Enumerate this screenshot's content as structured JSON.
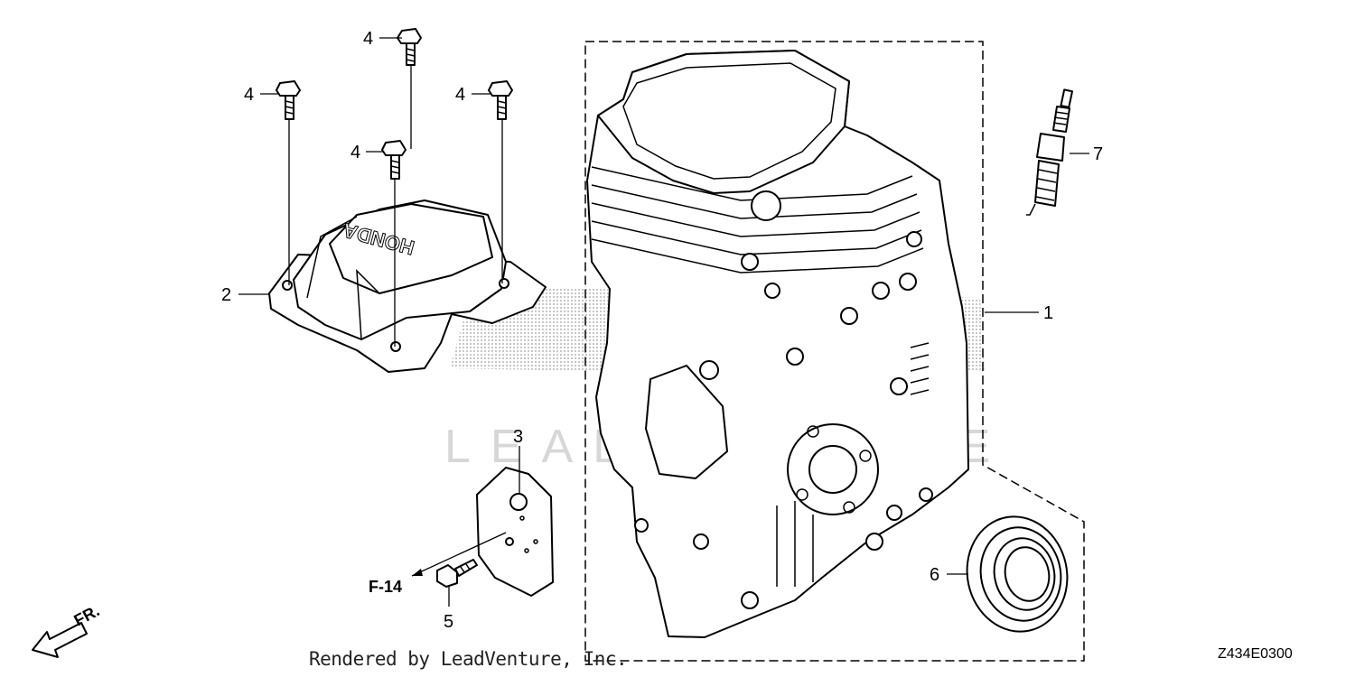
{
  "callouts": {
    "c1": "1",
    "c2": "2",
    "c3": "3",
    "c4a": "4",
    "c4b": "4",
    "c4c": "4",
    "c4d": "4",
    "c5": "5",
    "c6": "6",
    "c7": "7"
  },
  "reference": "F-14",
  "front_label": "FR.",
  "cover_logo": "HONDA",
  "watermark": "LEADVENTURE",
  "credit": "Rendered by LeadVenture, Inc.",
  "diagram_code": "Z434E0300"
}
